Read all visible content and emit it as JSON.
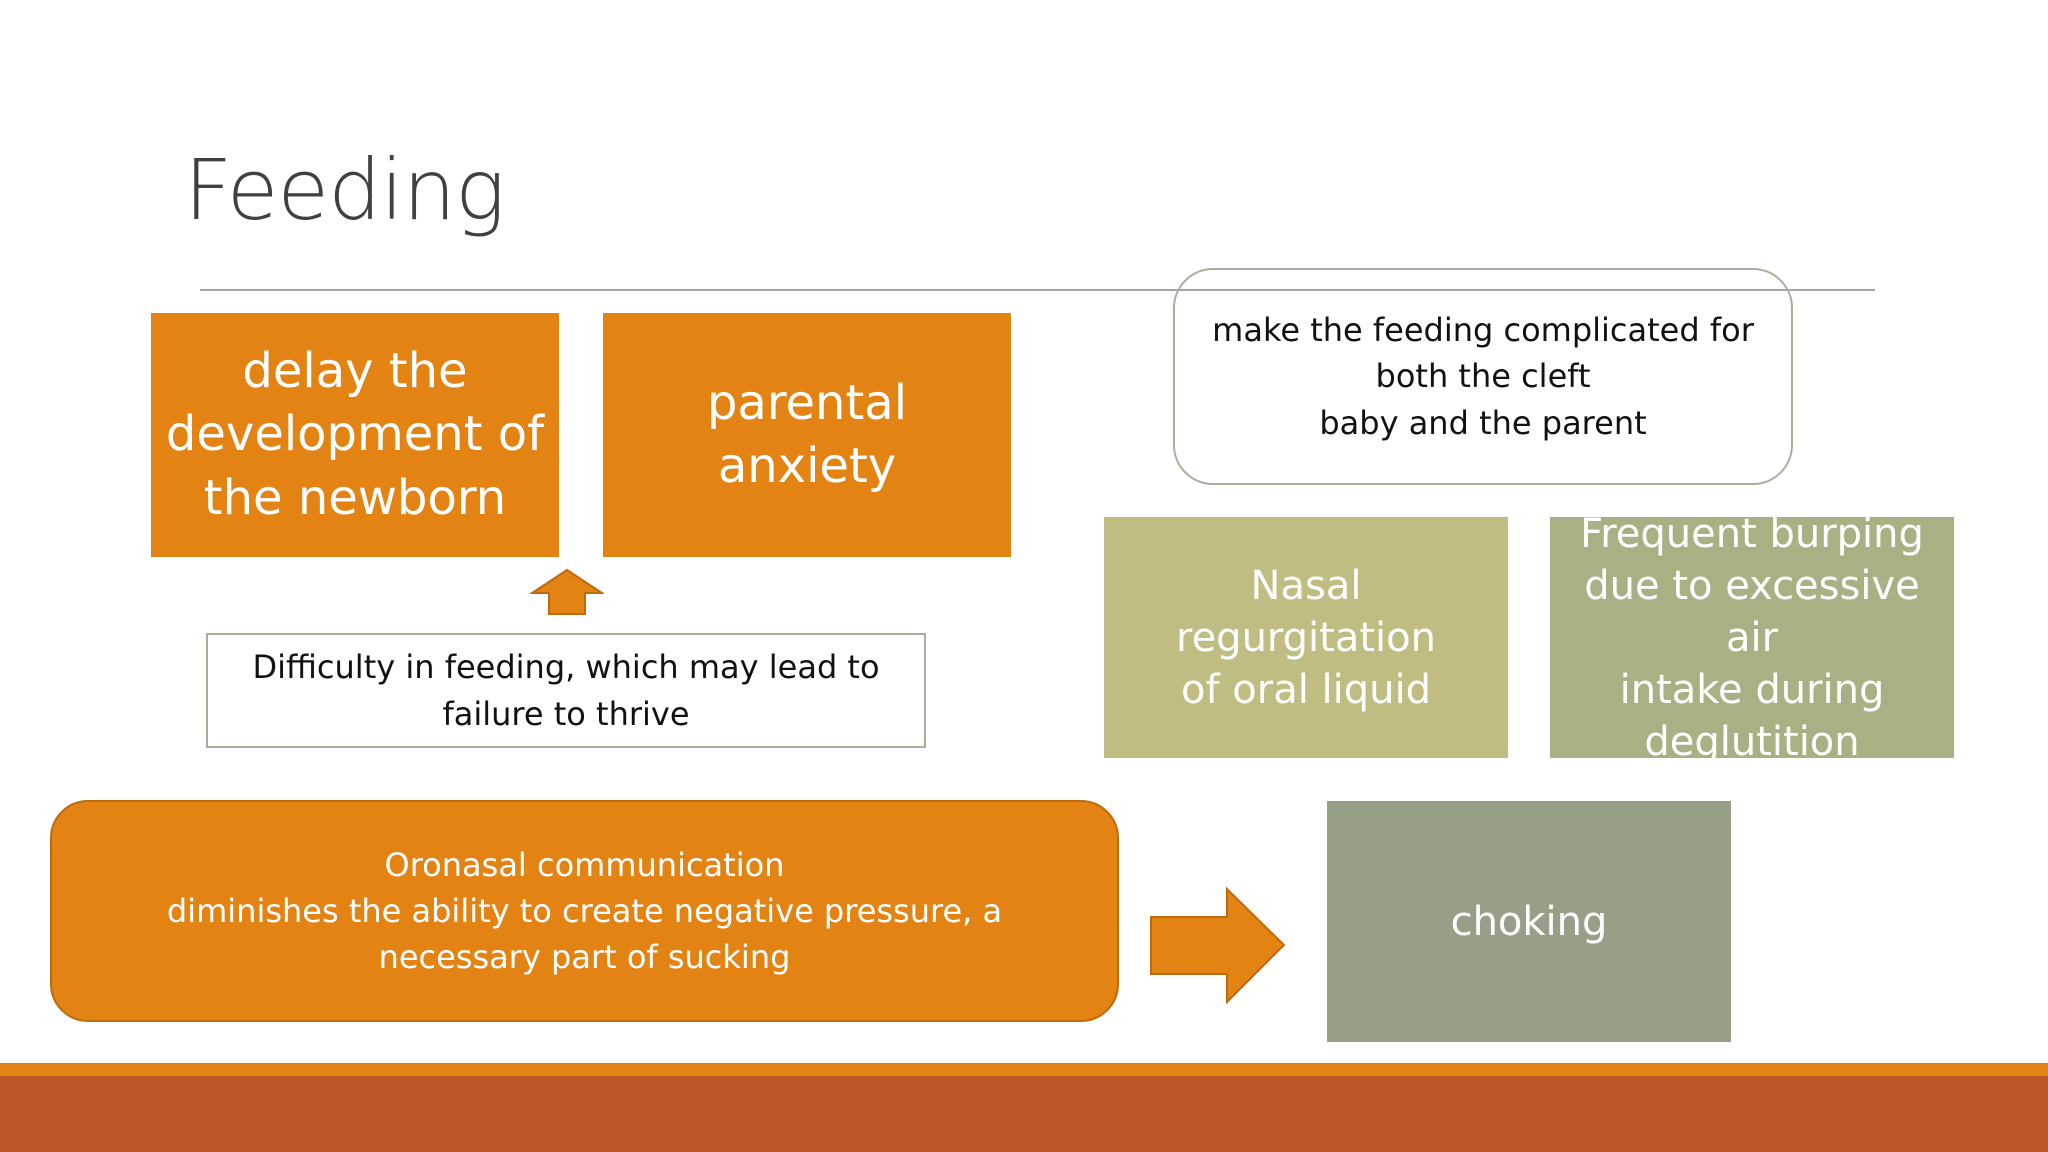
{
  "slide": {
    "title": "Feeding",
    "boxes": {
      "delay": "delay the\ndevelopment of\nthe newborn",
      "anxiety": "parental\nanxiety",
      "difficulty": "Difficulty in feeding, which may lead to\nfailure to thrive",
      "complicated": "make the feeding complicated for\nboth the cleft\nbaby and the parent",
      "nasal": "Nasal regurgitation\nof oral liquid",
      "burping": "Frequent burping\ndue to excessive air\nintake during\ndeglutition",
      "oronasal": "Oronasal communication\ndiminishes the ability to create negative pressure, a\nnecessary part of sucking",
      "choking": "choking"
    }
  },
  "colors": {
    "orange": "#e38314",
    "orange_border": "#c06a0c",
    "olive_light": "#c0bd83",
    "olive": "#a9b083",
    "sage": "#95a087",
    "footer_top": "#e38314",
    "footer_bottom": "#bf562a",
    "white_text": "#ffffff"
  }
}
